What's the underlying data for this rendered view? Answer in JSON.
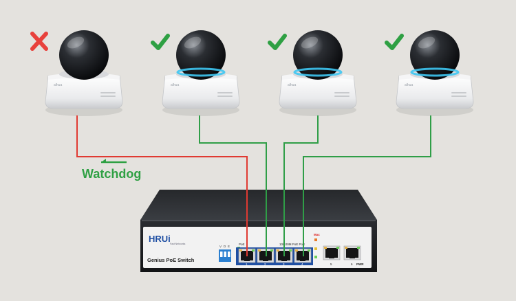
{
  "cameras": [
    {
      "id": "camera-1",
      "status": "fail",
      "status_icon": "cross-icon"
    },
    {
      "id": "camera-2",
      "status": "ok",
      "status_icon": "checkmark-icon"
    },
    {
      "id": "camera-3",
      "status": "ok",
      "status_icon": "checkmark-icon"
    },
    {
      "id": "camera-4",
      "status": "ok",
      "status_icon": "checkmark-icon"
    }
  ],
  "watchdog_label": "Watchdog",
  "switch": {
    "brand": "HRUi",
    "brand_sub": "Fast Networks",
    "model": "Genius PoE Switch",
    "poe_label": "PoE",
    "port_group_label": "10/100M PoE Port",
    "max_label": "Max",
    "pwr_label": "PWR",
    "ports": [
      "1",
      "2",
      "3",
      "4",
      "5",
      "6"
    ],
    "dip_labels": [
      "V",
      "D",
      "E"
    ]
  },
  "colors": {
    "fail": "#e8413c",
    "ok": "#2ea043",
    "watchdog_line": "#e03a32",
    "link_line": "#2f9e47",
    "background": "#e4e2de",
    "camera_ring": "#3ec7f2"
  }
}
